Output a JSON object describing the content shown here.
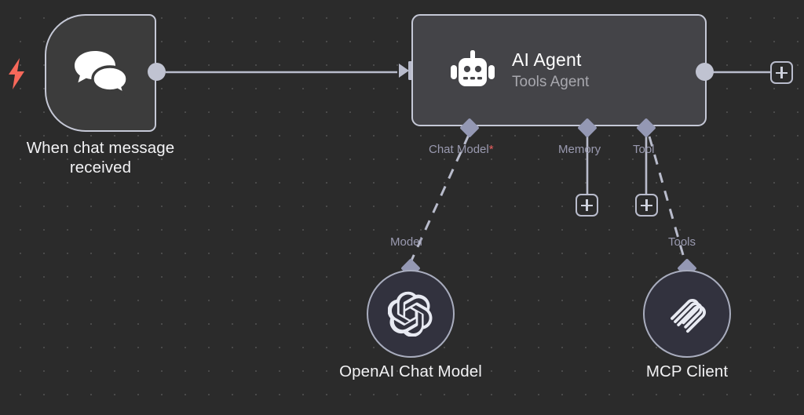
{
  "canvas": {
    "background_color": "#2b2b2b",
    "grid_dot_color": "#4a4a4a",
    "accent_trigger_color": "#f7685a",
    "connector_color": "#9498b4",
    "required_marker_color": "#ea5f5f"
  },
  "nodes": {
    "trigger": {
      "label": "When chat message\nreceived",
      "icon": "chat-bubbles-icon",
      "trigger_icon": "lightning-bolt-icon"
    },
    "agent": {
      "title": "AI Agent",
      "subtitle": "Tools Agent",
      "icon": "robot-icon",
      "input_label": "",
      "ports": [
        {
          "label": "Chat Model",
          "required": true,
          "required_marker": "*"
        },
        {
          "label": "Memory",
          "required": false,
          "required_marker": ""
        },
        {
          "label": "Tool",
          "required": false,
          "required_marker": ""
        }
      ]
    },
    "openai": {
      "label": "OpenAI Chat Model",
      "port_label": "Model",
      "icon": "openai-logo-icon"
    },
    "mcp": {
      "label": "MCP Client",
      "port_label": "Tools",
      "icon": "mcp-logo-icon"
    }
  },
  "buttons": {
    "add_after_agent": "+",
    "add_memory": "+",
    "add_tool": "+"
  }
}
